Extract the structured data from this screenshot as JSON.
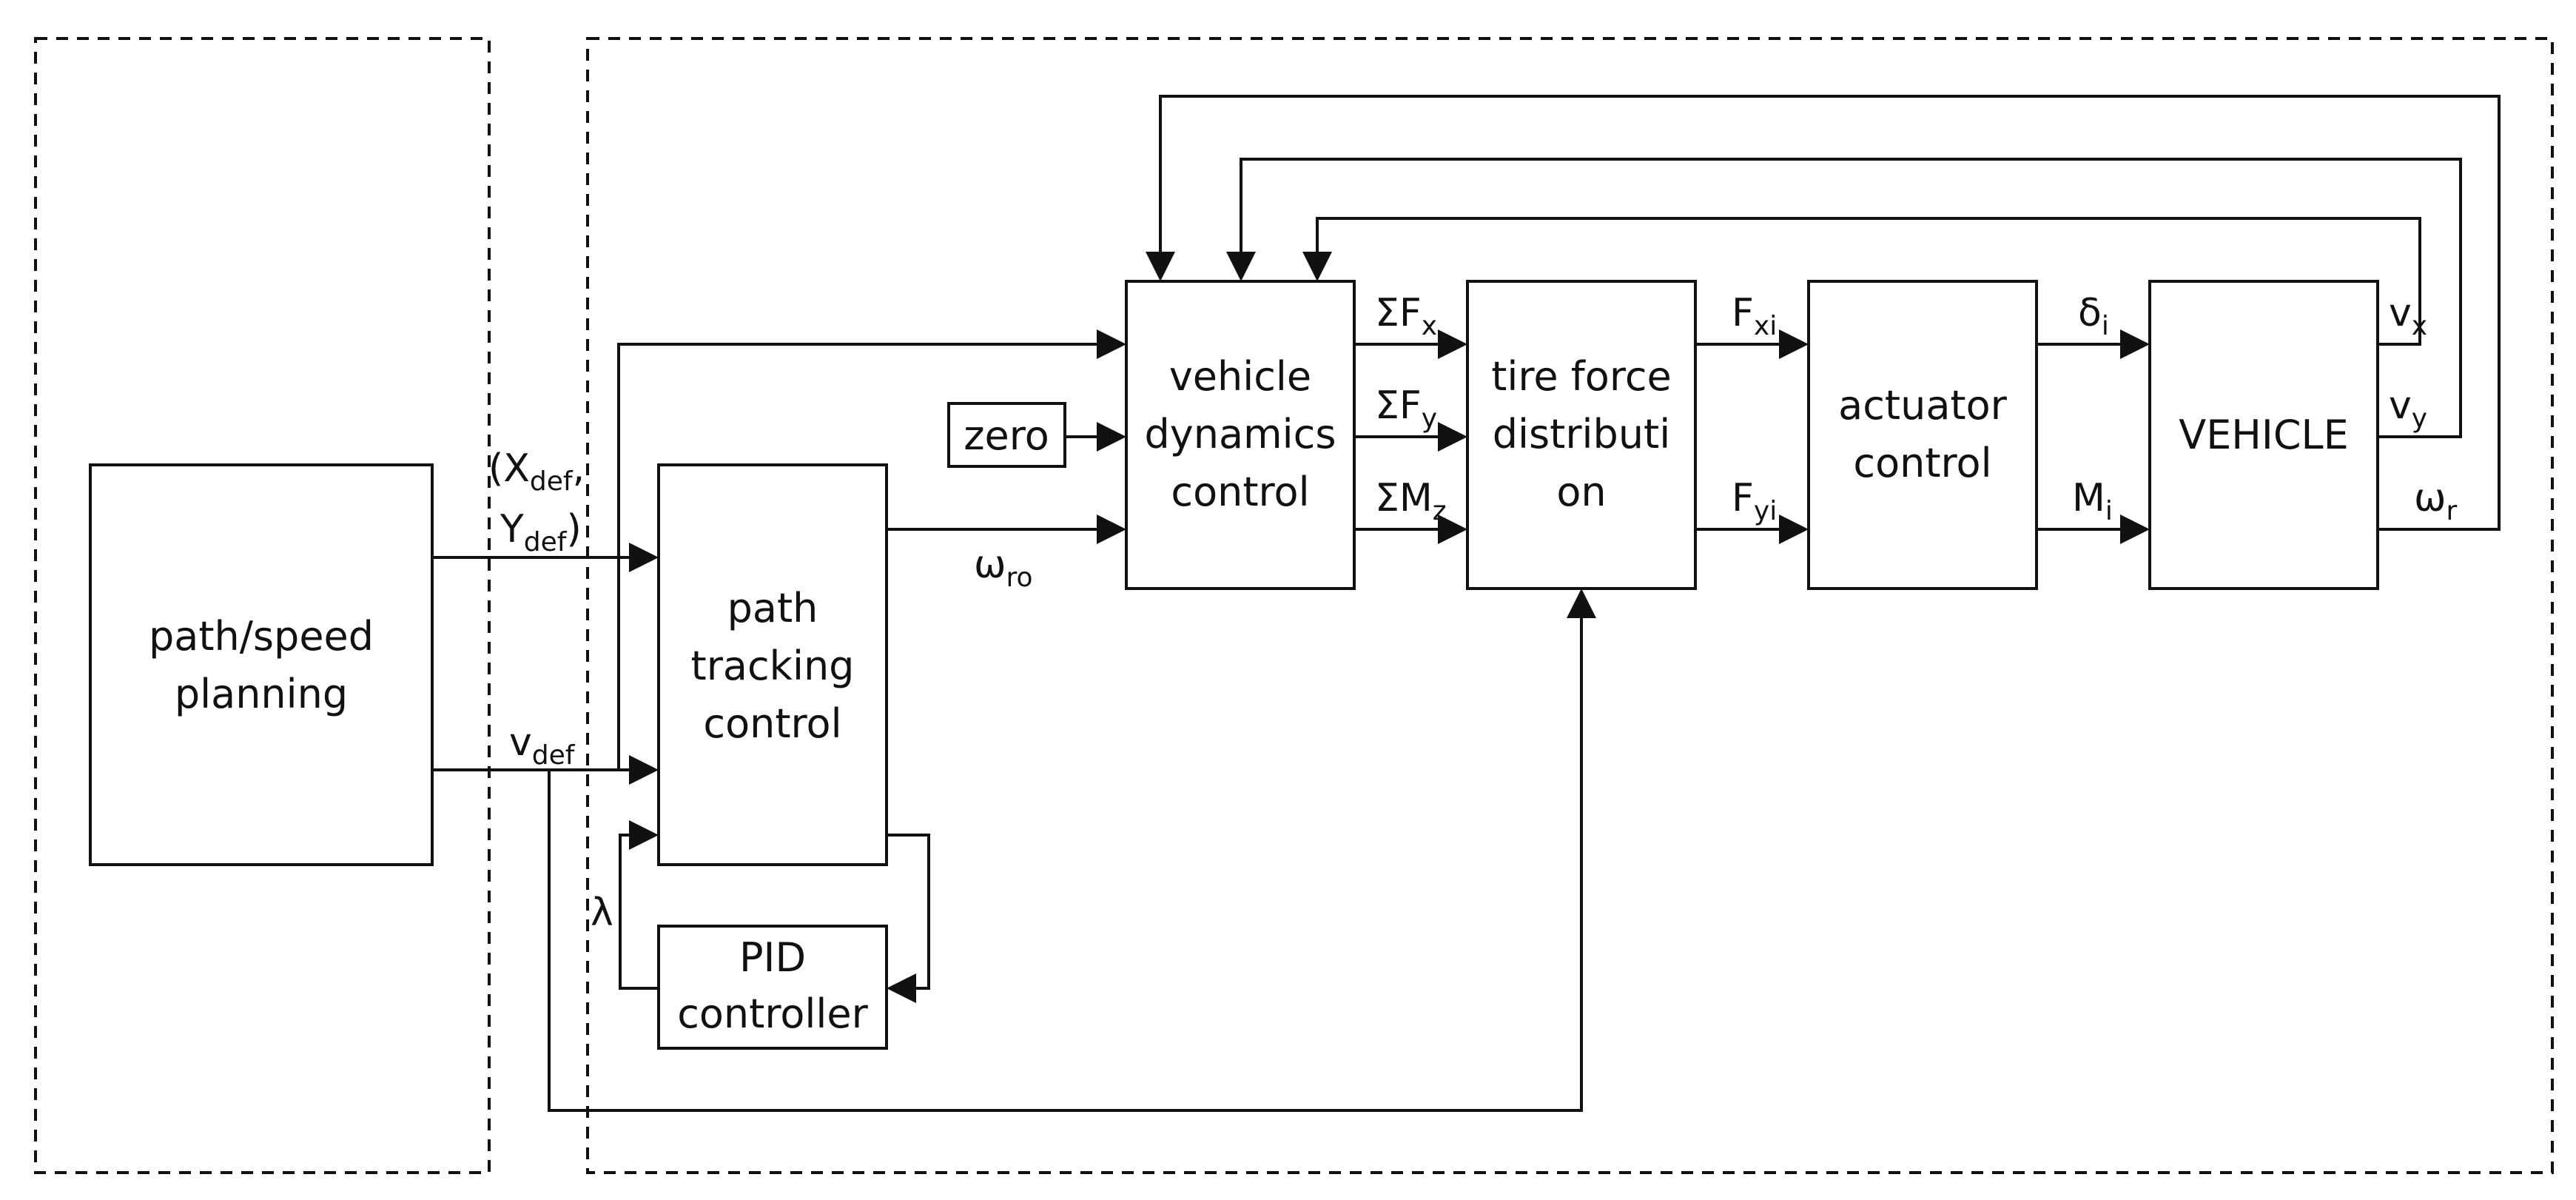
{
  "blocks": {
    "planning": [
      "path/speed",
      "planning"
    ],
    "path_tracking": [
      "path",
      "tracking",
      "control"
    ],
    "pid": [
      "PID",
      "controller"
    ],
    "zero": "zero",
    "vehicle_dynamics": [
      "vehicle",
      "dynamics",
      "control"
    ],
    "tire_force": [
      "tire force",
      "distributi",
      "on"
    ],
    "actuator": [
      "actuator",
      "control"
    ],
    "vehicle": "VEHICLE"
  },
  "signals": {
    "xy_def": {
      "open": "(X",
      "x_sub": "def",
      "comma": ",",
      "y": "Y",
      "y_sub": "def",
      "close": ")"
    },
    "v_def": {
      "base": "v",
      "sub": "def"
    },
    "lambda": "λ",
    "omega_ro": {
      "base": "ω",
      "sub": "ro"
    },
    "sum_fx": {
      "base": "ΣF",
      "sub": "x"
    },
    "sum_fy": {
      "base": "ΣF",
      "sub": "y"
    },
    "sum_mz": {
      "base": "ΣM",
      "sub": "z"
    },
    "f_xi": {
      "base": "F",
      "sub": "xi"
    },
    "f_yi": {
      "base": "F",
      "sub": "yi"
    },
    "delta_i": {
      "base": "δ",
      "sub": "i"
    },
    "m_i": {
      "base": "M",
      "sub": "i"
    },
    "v_x": {
      "base": "v",
      "sub": "x"
    },
    "v_y": {
      "base": "v",
      "sub": "y"
    },
    "omega_r": {
      "base": "ω",
      "sub": "r"
    }
  }
}
